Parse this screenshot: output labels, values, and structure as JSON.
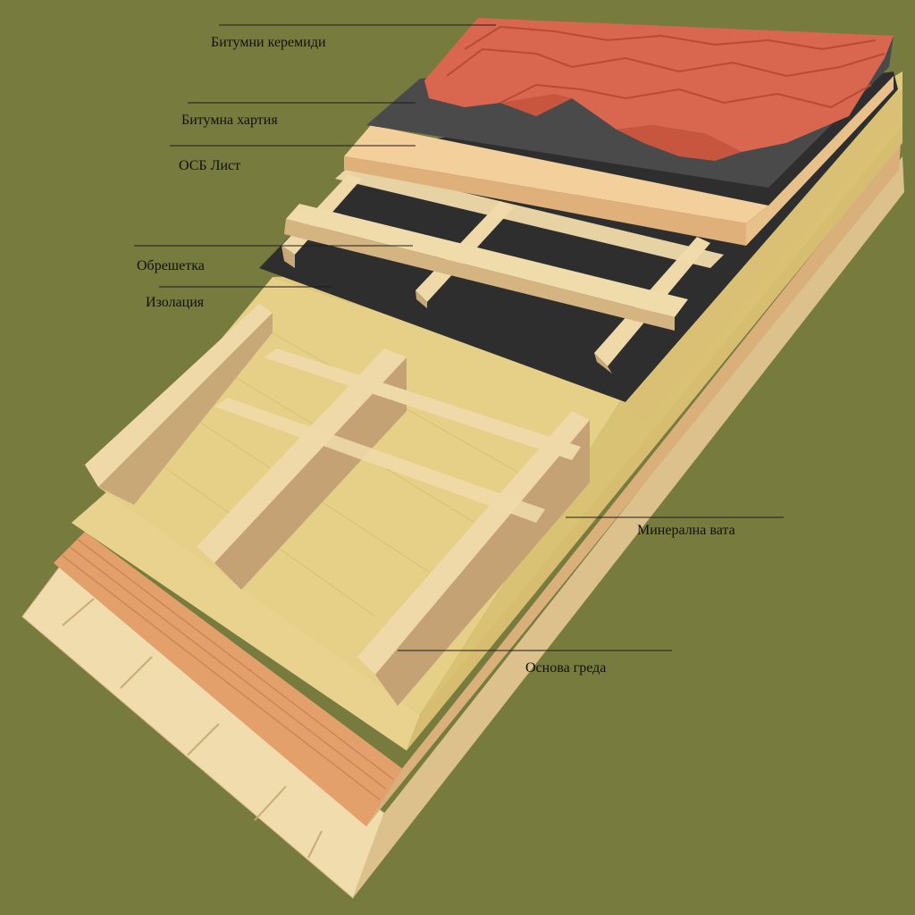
{
  "labels": {
    "shingles": "Битумни  керемиди",
    "felt": "Битумна хартия",
    "osb": "ОСБ Лист",
    "battens": "Обрешетка",
    "insulation": "Изолация",
    "mineral_wool": "Минерална вата",
    "main_beam": "Основа греда"
  },
  "colors": {
    "background": "#777b3e",
    "tile": "#d9664e",
    "tile_dark": "#b84a36",
    "felt": "#4a4a4a",
    "membrane": "#2e2e2e",
    "osb": "#f3cf9b",
    "wood": "#efd9a8",
    "wood_dark": "#c9a878",
    "wool": "#e8d08a",
    "wool_side": "#d8bf72",
    "boards": "#e3a06b"
  }
}
